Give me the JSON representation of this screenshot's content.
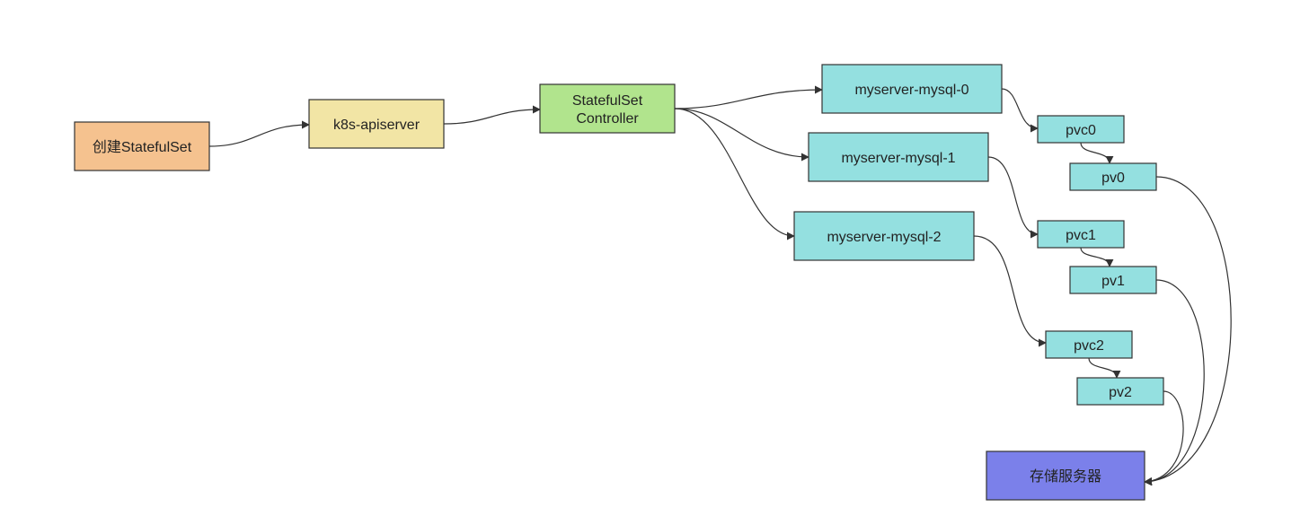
{
  "colors": {
    "orange": "#f5c28f",
    "yellow": "#f2e5a5",
    "green": "#b1e48d",
    "cyan": "#94e0e0",
    "blue": "#7b80ea",
    "edge": "#333333"
  },
  "nodes": {
    "create": {
      "label": "创建StatefulSet",
      "color": "orange"
    },
    "api": {
      "label": "k8s-apiserver",
      "color": "yellow"
    },
    "ctrl": {
      "label": [
        "StatefulSet",
        "Controller"
      ],
      "color": "green"
    },
    "m0": {
      "label": "myserver-mysql-0",
      "color": "cyan"
    },
    "m1": {
      "label": "myserver-mysql-1",
      "color": "cyan"
    },
    "m2": {
      "label": "myserver-mysql-2",
      "color": "cyan"
    },
    "pvc0": {
      "label": "pvc0",
      "color": "cyan"
    },
    "pv0": {
      "label": "pv0",
      "color": "cyan"
    },
    "pvc1": {
      "label": "pvc1",
      "color": "cyan"
    },
    "pv1": {
      "label": "pv1",
      "color": "cyan"
    },
    "pvc2": {
      "label": "pvc2",
      "color": "cyan"
    },
    "pv2": {
      "label": "pv2",
      "color": "cyan"
    },
    "storage": {
      "label": "存储服务器",
      "color": "blue"
    }
  },
  "edges": [
    {
      "from": "create",
      "to": "api"
    },
    {
      "from": "api",
      "to": "ctrl"
    },
    {
      "from": "ctrl",
      "to": "m0"
    },
    {
      "from": "ctrl",
      "to": "m1"
    },
    {
      "from": "ctrl",
      "to": "m2"
    },
    {
      "from": "m0",
      "to": "pvc0"
    },
    {
      "from": "pvc0",
      "to": "pv0"
    },
    {
      "from": "m1",
      "to": "pvc1"
    },
    {
      "from": "pvc1",
      "to": "pv1"
    },
    {
      "from": "m2",
      "to": "pvc2"
    },
    {
      "from": "pvc2",
      "to": "pv2"
    },
    {
      "from": "pv0",
      "to": "storage"
    },
    {
      "from": "pv1",
      "to": "storage"
    },
    {
      "from": "pv2",
      "to": "storage"
    }
  ]
}
